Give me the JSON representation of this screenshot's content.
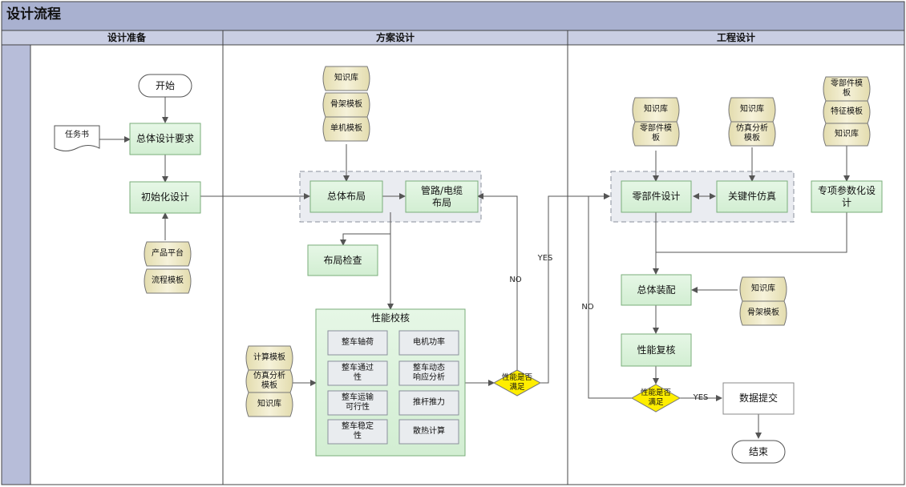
{
  "title": "设计流程",
  "lanes": {
    "prep": "设计准备",
    "scheme": "方案设计",
    "eng": "工程设计"
  },
  "nodes": {
    "start": "开始",
    "task_book": "任务书",
    "overall_req": "总体设计要求",
    "init_design": "初始化设计",
    "product_platform": "产品平台",
    "flow_template": "流程模板",
    "kb_scheme": "知识库",
    "frame_template_scheme": "骨架模板",
    "unit_template": "单机模板",
    "overall_layout": "总体布局",
    "pipe_layout": "管路/电缆\n布局",
    "layout_check": "布局检查",
    "perf_check": "性能校核",
    "axle_load": "整车轴荷",
    "motor_power": "电机功率",
    "passability": "整车通过\n性",
    "dyn_response": "整车动态\n响应分析",
    "transportability": "整车运输\n可行性",
    "push_rod": "推杆推力",
    "stability": "整车稳定\n性",
    "heat_calc": "散热计算",
    "calc_template": "计算模板",
    "sim_template_left": "仿真分析\n模板",
    "kb_perf": "知识库",
    "perf_decision": "性能是否\n满足",
    "kb_part": "知识库",
    "part_template": "零部件模\n板",
    "kb_sim": "知识库",
    "sim_template_eng": "仿真分析\n模板",
    "part_template2": "零部件模\n板",
    "feature_template": "特征模板",
    "kb_special": "知识库",
    "part_design": "零部件设计",
    "key_sim": "关键件仿真",
    "special_param": "专项参数化设\n计",
    "assembly": "总体装配",
    "kb_assembly": "知识库",
    "frame_template_assembly": "骨架模板",
    "perf_recheck": "性能复核",
    "final_decision": "性能是否\n满足",
    "data_submit": "数据提交",
    "end": "结束"
  },
  "labels": {
    "no_1": "NO",
    "yes_1": "YES",
    "no_2": "NO",
    "yes_2": "YES"
  },
  "colors": {
    "header_fill": "#a9b1d0",
    "lane_header_fill": "#c9cee3",
    "left_strip_fill": "#b7bdd9",
    "process_fill": "#d9f2d9",
    "process_stroke": "#7aae7a",
    "store_fill": "#ede7c4",
    "decision_fill": "#ffee00",
    "group_fill": "#eaecf1",
    "connector": "#555555"
  }
}
